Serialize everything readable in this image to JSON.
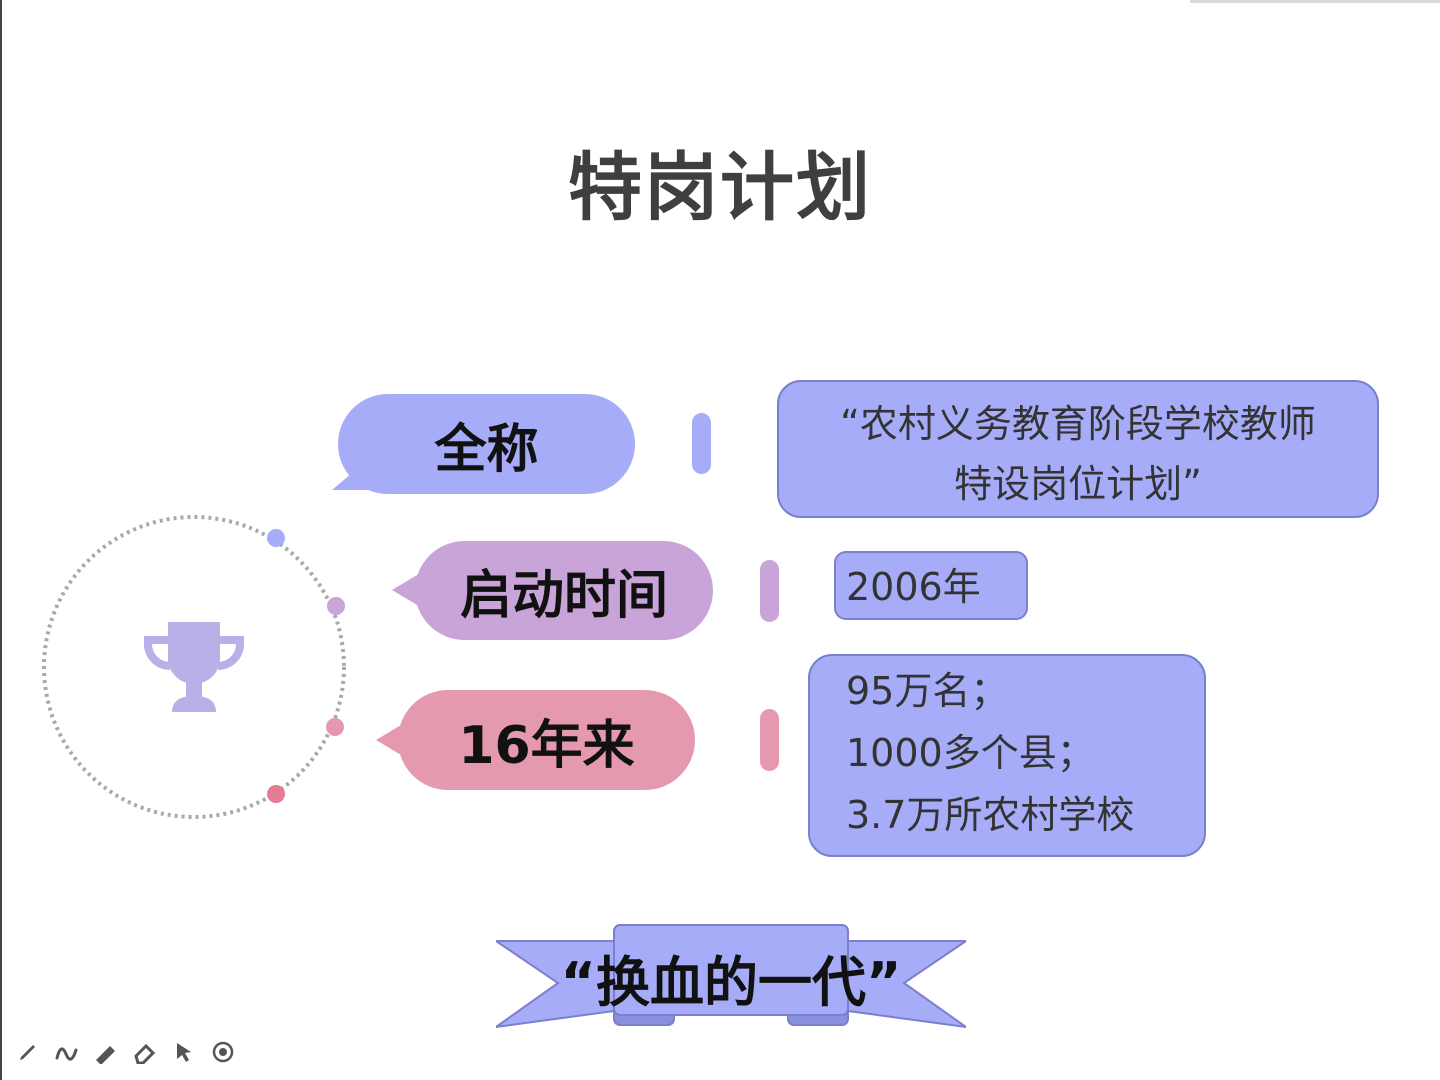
{
  "title": "特岗计划",
  "rows": [
    {
      "label": "全称",
      "lines": [
        "“农村义务教育阶段学校教师",
        "特设岗位计划”"
      ],
      "color": "#a7acf9"
    },
    {
      "label": "启动时间",
      "lines": [
        "2006年"
      ],
      "color": "#c9a4d9"
    },
    {
      "label": "16年来",
      "lines": [
        "95万名；",
        "1000多个县；",
        "3.7万所农村学校"
      ],
      "color": "#e599af"
    }
  ],
  "banner": {
    "text": "“换血的一代”",
    "color": "#a7acf9"
  },
  "decoration": {
    "icon": "trophy-icon",
    "icon_color": "#b8b0e6",
    "dot_colors": [
      "#a7acf9",
      "#c9a4d9",
      "#e599af",
      "#e57b94"
    ]
  },
  "toolbar": [
    "pen-icon",
    "curve-icon",
    "highlighter-icon",
    "eraser-icon",
    "pointer-icon",
    "record-icon"
  ]
}
